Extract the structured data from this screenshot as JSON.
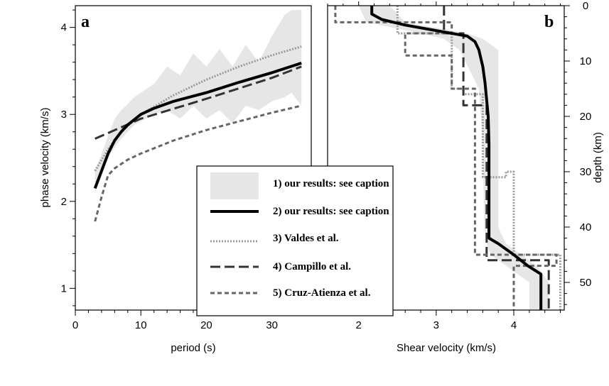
{
  "chart_data": [
    {
      "type": "line",
      "panel_label": "a",
      "xlabel": "period (s)",
      "ylabel": "phase velocity (km/s)",
      "xlim": [
        0,
        36
      ],
      "ylim": [
        0.75,
        4.25
      ],
      "xticks": [
        "0",
        "10",
        "20",
        "30"
      ],
      "yticks": [
        "1",
        "2",
        "3",
        "4"
      ],
      "grid": false,
      "uncertainty_band": {
        "name": "1) our results: see caption",
        "x": [
          3,
          4,
          5,
          6,
          7,
          8,
          9,
          10,
          12,
          14,
          16,
          18,
          20,
          22,
          24,
          26,
          28,
          30,
          32,
          33,
          34.5
        ],
        "upper": [
          2.35,
          2.55,
          2.75,
          2.95,
          3.05,
          3.12,
          3.2,
          3.25,
          3.35,
          3.55,
          3.45,
          3.7,
          3.55,
          3.75,
          3.55,
          3.8,
          3.6,
          3.9,
          4.15,
          4.2,
          4.2
        ],
        "lower": [
          2.1,
          2.3,
          2.5,
          2.62,
          2.72,
          2.8,
          2.88,
          2.92,
          3.0,
          3.05,
          2.95,
          3.1,
          2.95,
          3.05,
          2.9,
          3.1,
          3.05,
          3.15,
          3.2,
          3.25,
          3.1
        ]
      },
      "series": [
        {
          "name": "2) our results: see caption",
          "style": "solid-thick",
          "color": "#000000",
          "x": [
            3,
            4,
            5,
            6,
            7,
            8,
            10,
            12,
            15,
            20,
            25,
            30,
            34.5
          ],
          "y": [
            2.15,
            2.35,
            2.55,
            2.7,
            2.8,
            2.88,
            3.0,
            3.07,
            3.15,
            3.25,
            3.37,
            3.48,
            3.59
          ]
        },
        {
          "name": "3) Valdes et al.",
          "style": "dotted",
          "color": "#999999",
          "x": [
            3,
            5,
            7,
            10,
            15,
            20,
            25,
            30,
            34.5
          ],
          "y": [
            2.35,
            2.6,
            2.8,
            3.0,
            3.22,
            3.4,
            3.55,
            3.68,
            3.78
          ]
        },
        {
          "name": "4) Campillo et al.",
          "style": "long-dash",
          "color": "#333333",
          "x": [
            3,
            10,
            20,
            30,
            34.5
          ],
          "y": [
            2.72,
            2.95,
            3.18,
            3.42,
            3.55
          ]
        },
        {
          "name": "5) Cruz-Atienza et al.",
          "style": "short-dash",
          "color": "#666666",
          "x": [
            3,
            4,
            5,
            6,
            8,
            10,
            15,
            20,
            25,
            30,
            34.5
          ],
          "y": [
            1.77,
            2.05,
            2.3,
            2.38,
            2.48,
            2.55,
            2.7,
            2.82,
            2.92,
            3.02,
            3.1
          ]
        }
      ]
    },
    {
      "type": "line",
      "panel_label": "b",
      "xlabel": "Shear velocity (km/s)",
      "ylabel": "depth (km)",
      "xlim": [
        1.6,
        4.65
      ],
      "ylim": [
        0,
        55
      ],
      "y_inverted": true,
      "y_axis_side": "right",
      "xticks": [
        "2",
        "3",
        "4"
      ],
      "yticks": [
        "0",
        "10",
        "20",
        "30",
        "40",
        "50"
      ],
      "grid": false,
      "uncertainty_band": {
        "name": "1) our results: see caption",
        "depth": [
          0,
          3,
          5,
          6,
          8,
          15,
          25,
          40,
          43,
          45,
          47,
          50,
          55
        ],
        "upper_vs": [
          2.4,
          2.6,
          3.4,
          3.6,
          3.8,
          3.8,
          3.8,
          3.8,
          3.9,
          4.1,
          4.3,
          4.45,
          4.45
        ],
        "lower_vs": [
          2.0,
          2.1,
          2.8,
          3.1,
          3.3,
          3.55,
          3.6,
          3.62,
          3.65,
          3.7,
          3.9,
          4.2,
          4.2
        ]
      },
      "series": [
        {
          "name": "2) our results: see caption",
          "style": "solid-thick",
          "color": "#000000",
          "vs": [
            2.17,
            2.17,
            2.3,
            2.6,
            3.0,
            3.4,
            3.5,
            3.55,
            3.6,
            3.63,
            3.65,
            3.67,
            3.68,
            3.68,
            3.68,
            3.8,
            4.0,
            4.18,
            4.35,
            4.35,
            4.35
          ],
          "depth": [
            0,
            1.5,
            2.5,
            3.5,
            4.5,
            5.5,
            6.5,
            8,
            11,
            14,
            17,
            20,
            25,
            35,
            42,
            43,
            45,
            47,
            48.5,
            50,
            55
          ]
        },
        {
          "name": "3) Valdes et al.",
          "style": "dotted",
          "color": "#999999",
          "vs": [
            2.5,
            2.5,
            2.5,
            3.2,
            3.2,
            3.35,
            3.35,
            3.6,
            3.6,
            3.9,
            3.9,
            4.0,
            4.0,
            4.1,
            4.1,
            4.6,
            4.6
          ],
          "depth": [
            0,
            3,
            5,
            5,
            15,
            15,
            16,
            16,
            31,
            31,
            30,
            30,
            45,
            45,
            45,
            45,
            55
          ]
        },
        {
          "name": "4) Campillo et al.",
          "style": "long-dash",
          "color": "#333333",
          "vs": [
            3.1,
            3.1,
            3.35,
            3.35,
            3.65,
            3.65,
            4.45,
            4.45
          ],
          "depth": [
            0,
            5,
            5,
            18,
            18,
            46,
            46,
            55
          ]
        },
        {
          "name": "5) Cruz-Atienza et al.",
          "style": "short-dash",
          "color": "#666666",
          "vs": [
            1.7,
            1.7,
            3.2,
            3.2,
            2.6,
            2.6,
            3.2,
            3.2,
            3.5,
            3.5,
            4.55,
            4.55,
            4.0,
            4.0
          ],
          "depth": [
            0,
            3,
            3,
            5,
            5,
            9,
            9,
            15,
            15,
            45,
            45,
            47,
            47,
            55
          ]
        }
      ]
    }
  ],
  "legend": {
    "placement": "bottom-center",
    "entries": [
      "1) our results: see caption",
      "2) our results: see caption",
      "3) Valdes et al.",
      "4) Campillo et al.",
      "5) Cruz-Atienza et al."
    ],
    "band_color": "#e6e6e6"
  }
}
